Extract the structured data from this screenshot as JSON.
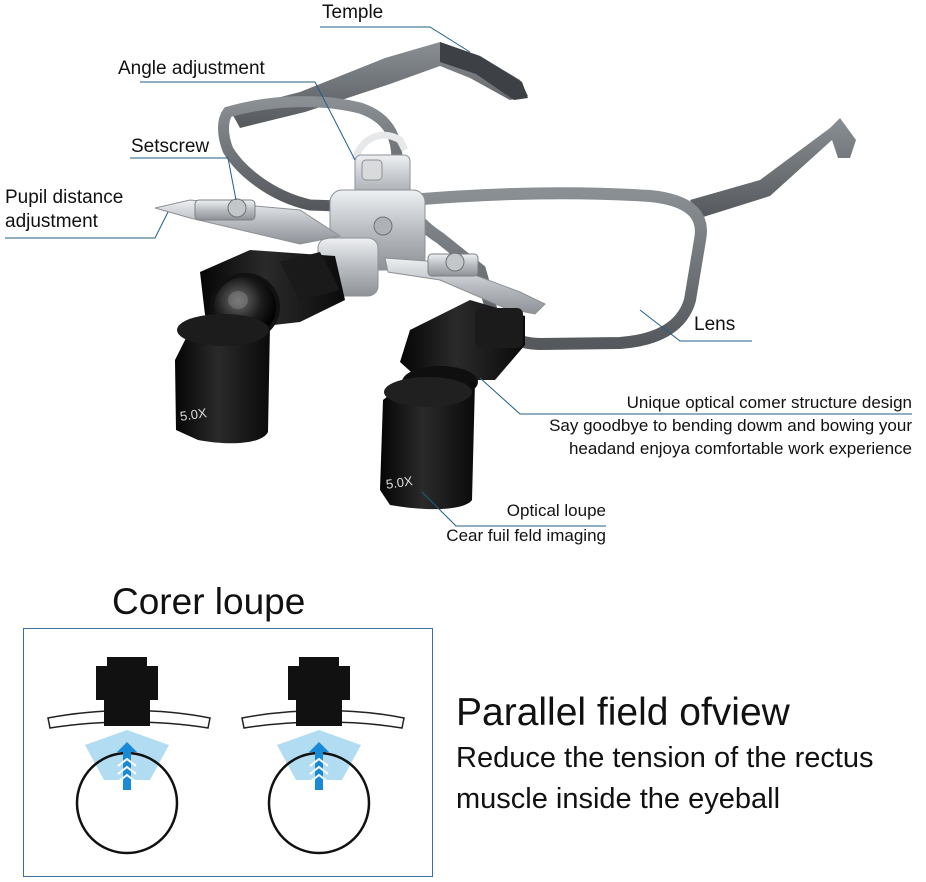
{
  "callouts": {
    "temple": "Temple",
    "angle_adjustment": "Angle adjustment",
    "setscrew": "Setscrew",
    "pupil_distance_line1": "Pupil distance",
    "pupil_distance_line2": "adjustment",
    "lens": "Lens",
    "corner_structure_title": "Unique optical comer structure design",
    "corner_structure_line1": "Say goodbye to bending dowm and bowing your",
    "corner_structure_line2": "headand enjoya comfortable work experience",
    "optical_loupe_title": "Optical loupe",
    "optical_loupe_sub": "Cear fuil feld imaging"
  },
  "loupe_markings": {
    "left": "5.0X",
    "right": "5.0X"
  },
  "diagram": {
    "title": "Corer loupe"
  },
  "feature": {
    "title": "Parallel field ofview",
    "line1": "Reduce the tension of the rectus",
    "line2": "muscle inside the eyeball"
  },
  "colors": {
    "frame": "#6e7378",
    "frame_dark": "#45494d",
    "silver": "#c9ccd0",
    "black": "#111111",
    "callout_line": "#1f5f8a",
    "field_blue": "#7fc4ea",
    "arrow_blue": "#1a8ad6"
  }
}
